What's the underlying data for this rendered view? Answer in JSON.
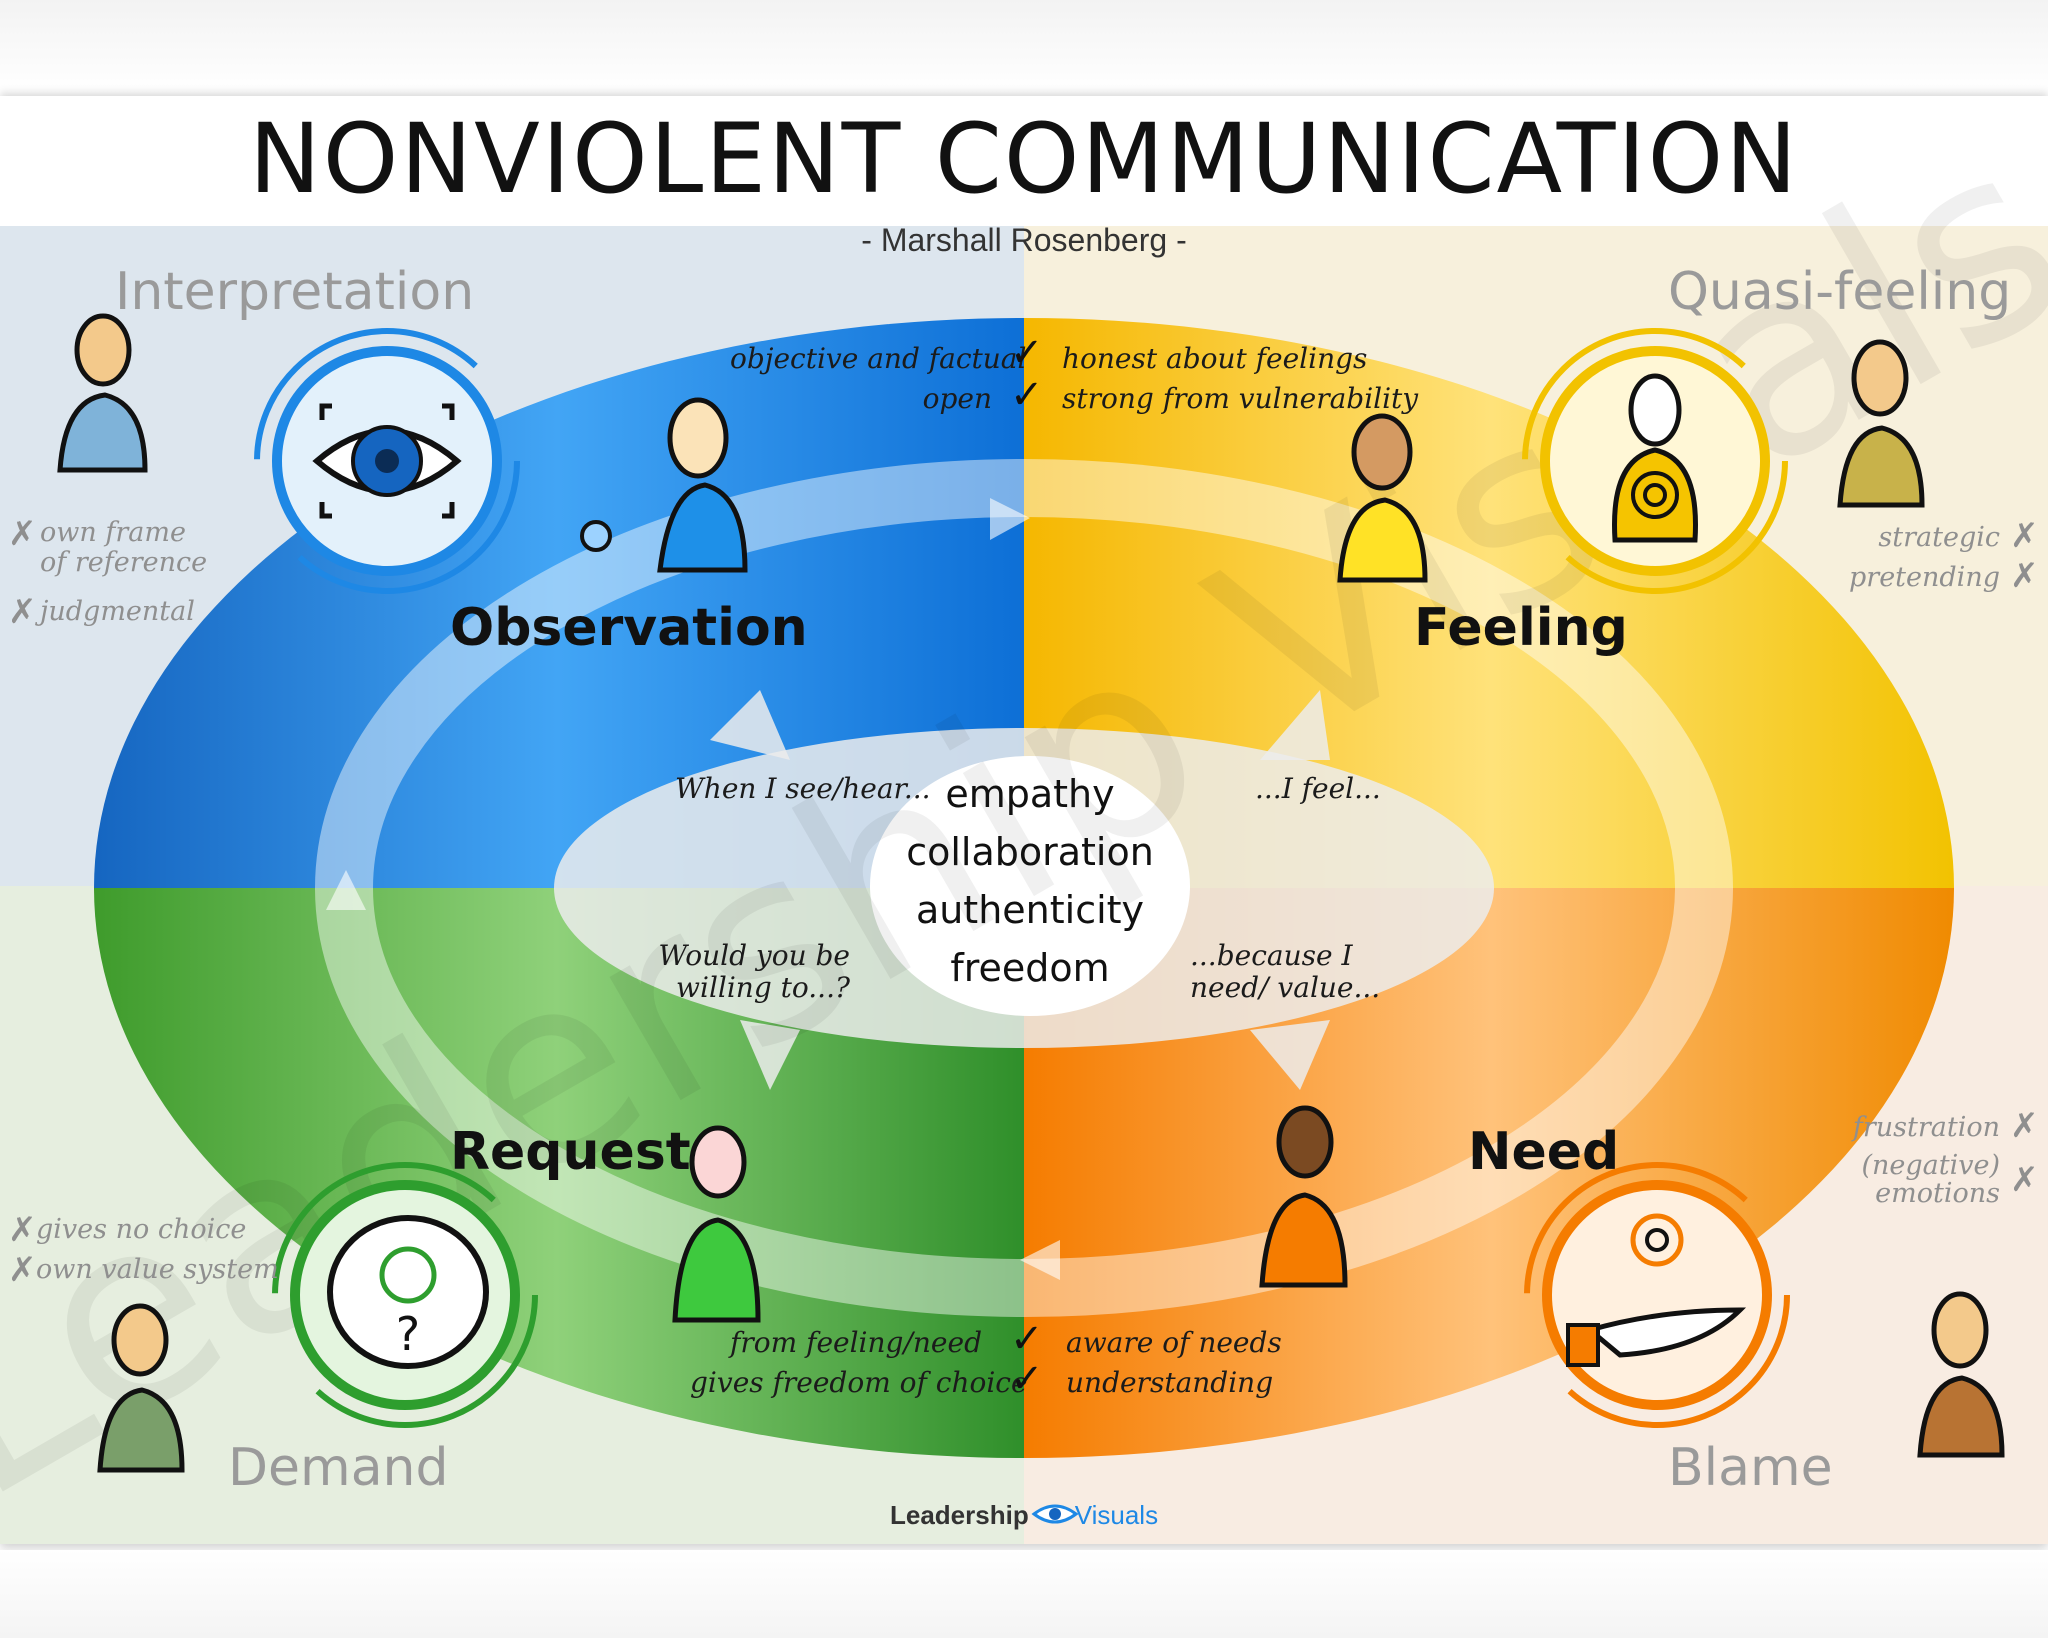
{
  "title": "NONVIOLENT COMMUNICATION",
  "subtitle": "- Marshall Rosenberg -",
  "watermark": "Leadership Visuals",
  "quadrants": {
    "observation": {
      "label": "Observation",
      "color": "#1e88e5",
      "positive": [
        "objective and factual",
        "open"
      ],
      "counterpart": "Interpretation",
      "negative": [
        "own frame of reference",
        "judgmental"
      ],
      "phrase": "When I see/hear..."
    },
    "feeling": {
      "label": "Feeling",
      "color": "#f9c80e",
      "positive": [
        "honest about feelings",
        "strong from vulnerability"
      ],
      "counterpart": "Quasi-feeling",
      "negative": [
        "strategic",
        "pretending"
      ],
      "phrase": "...I feel..."
    },
    "need": {
      "label": "Need",
      "color": "#f57c00",
      "positive": [
        "aware of needs",
        "understanding"
      ],
      "counterpart": "Blame",
      "negative": [
        "frustration",
        "(negative) emotions"
      ],
      "phrase": "...because I need/ value..."
    },
    "request": {
      "label": "Request",
      "color": "#2e9e2e",
      "positive": [
        "from feeling/need",
        "gives freedom of choice"
      ],
      "counterpart": "Demand",
      "negative": [
        "gives no choice",
        "own value system"
      ],
      "phrase": "Would you be willing to...?"
    }
  },
  "center": [
    "empathy",
    "collaboration",
    "authenticity",
    "freedom"
  ],
  "footer": {
    "brand_left": "Leadership",
    "brand_right": "Visuals"
  },
  "icons": [
    "eye-icon",
    "spiral-heart-icon",
    "spiral-hand-icon",
    "speech-bubble-question-icon",
    "check-icon",
    "x-icon"
  ]
}
